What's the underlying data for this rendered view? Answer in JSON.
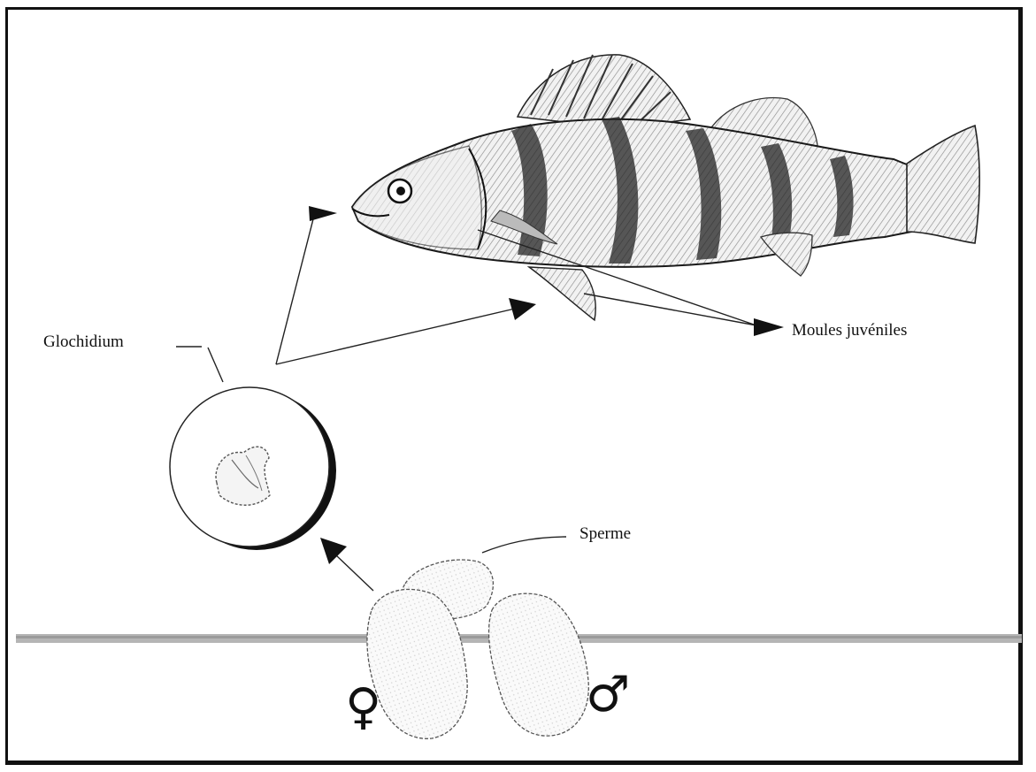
{
  "labels": {
    "glochidium": "Glochidium",
    "juveniles": "Moules juvéniles",
    "sperm": "Sperme"
  },
  "symbols": {
    "female": "♀",
    "male": "♂"
  },
  "colors": {
    "ink": "#111111",
    "water_line": "#a8a8a8"
  }
}
